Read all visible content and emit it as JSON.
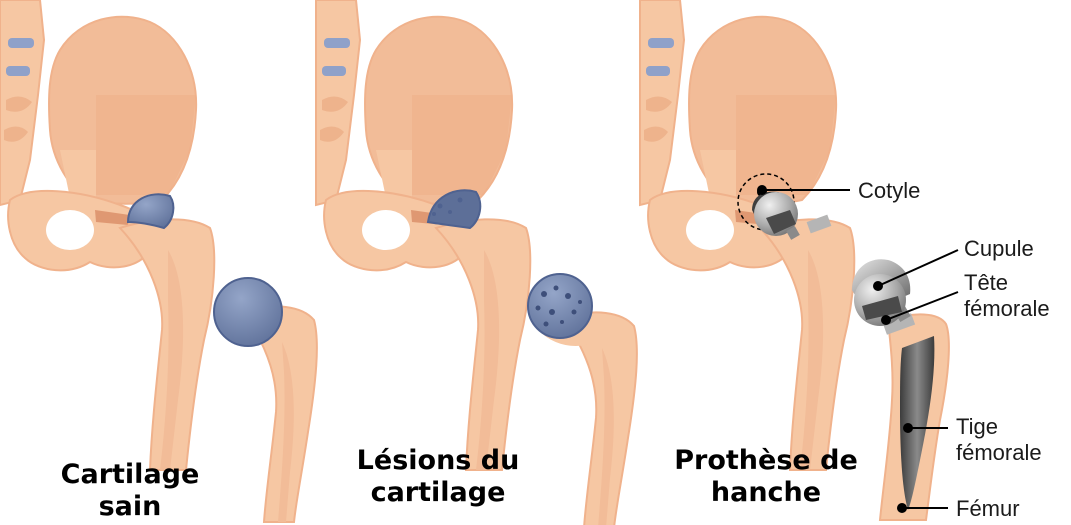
{
  "colors": {
    "bone": "#f6c7a3",
    "bone_dark": "#e8a77e",
    "bone_mid": "#eeb38c",
    "outline": "#f0b28c",
    "cartilage": "#7386ac",
    "cartilage_dark": "#4f6290",
    "metal_light": "#c9c9c9",
    "metal_dark": "#4a4a4a",
    "spine_disc": "#8fa1c9",
    "text": "#000000"
  },
  "panels": [
    {
      "caption_lines": [
        "Cartilage sain"
      ]
    },
    {
      "caption_lines": [
        "Lésions du",
        "cartilage"
      ]
    },
    {
      "caption_lines": [
        "Prothèse de",
        "hanche"
      ]
    }
  ],
  "labels": {
    "cotyle": "Cotyle",
    "cupule": "Cupule",
    "tete_femorale": [
      "Tête",
      "fémorale"
    ],
    "tige_femorale": [
      "Tige",
      "fémorale"
    ],
    "femur": "Fémur"
  }
}
